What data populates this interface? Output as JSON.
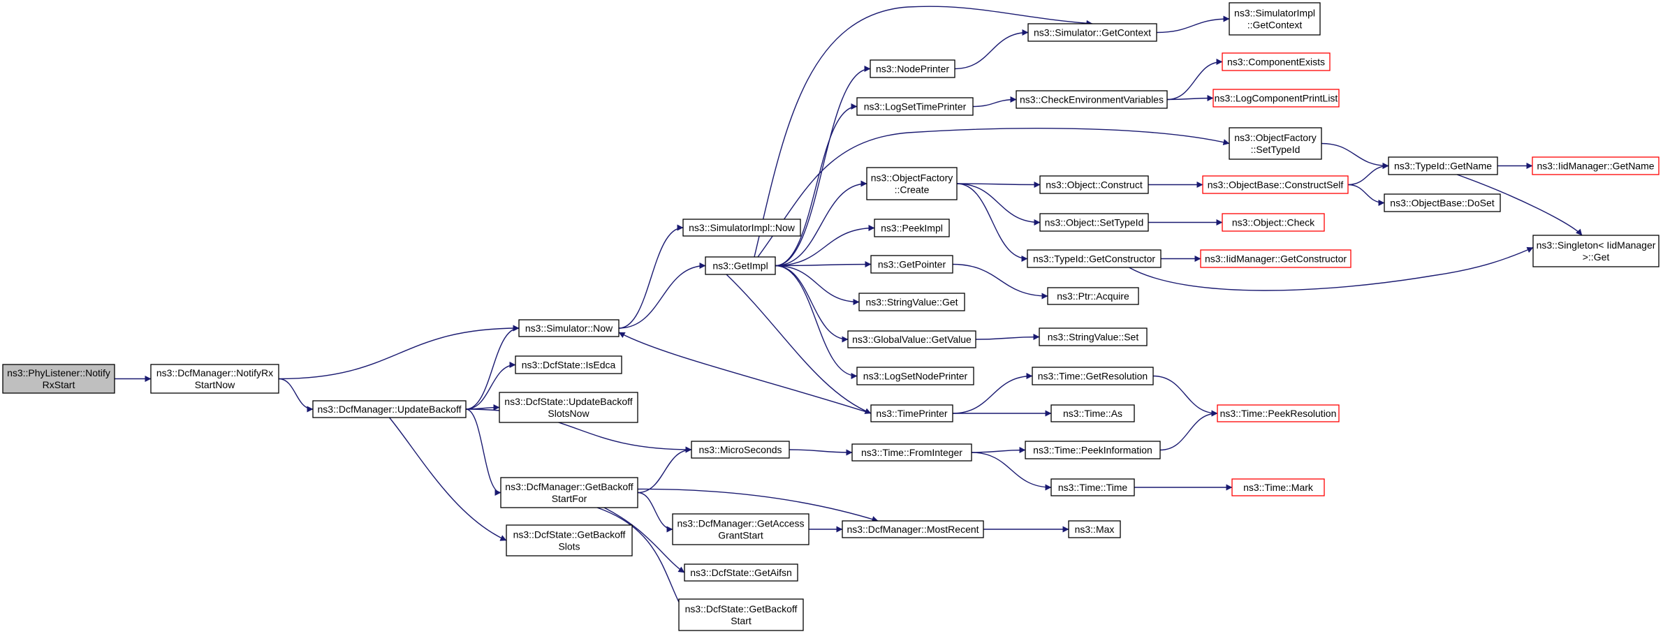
{
  "colors": {
    "edge": "#191970",
    "node_border": "#000000",
    "node_border_undocumented": "#ff0000",
    "root_fill": "#bfbfbf",
    "node_fill": "#ffffff",
    "text": "#000000"
  },
  "nodes": [
    {
      "id": "n1",
      "lines": [
        "ns3::PhyListener::Notify",
        "RxStart"
      ],
      "root": true
    },
    {
      "id": "n2",
      "lines": [
        "ns3::DcfManager::NotifyRx",
        "StartNow"
      ]
    },
    {
      "id": "n3",
      "lines": [
        "ns3::Simulator::Now"
      ]
    },
    {
      "id": "n4",
      "lines": [
        "ns3::DcfManager::UpdateBackoff"
      ]
    },
    {
      "id": "n5",
      "lines": [
        "ns3::SimulatorImpl::Now"
      ]
    },
    {
      "id": "n6",
      "lines": [
        "ns3::GetImpl"
      ]
    },
    {
      "id": "n7",
      "lines": [
        "ns3::Simulator::GetContext"
      ]
    },
    {
      "id": "n8",
      "lines": [
        "ns3::SimulatorImpl",
        "::GetContext"
      ]
    },
    {
      "id": "n9",
      "lines": [
        "ns3::NodePrinter"
      ]
    },
    {
      "id": "n10",
      "lines": [
        "ns3::LogSetTimePrinter"
      ]
    },
    {
      "id": "n11",
      "lines": [
        "ns3::CheckEnvironmentVariables"
      ]
    },
    {
      "id": "n12",
      "lines": [
        "ns3::ComponentExists"
      ],
      "undocumented": true
    },
    {
      "id": "n13",
      "lines": [
        "ns3::LogComponentPrintList"
      ],
      "undocumented": true
    },
    {
      "id": "n14",
      "lines": [
        "ns3::ObjectFactory",
        "::SetTypeId"
      ]
    },
    {
      "id": "n15",
      "lines": [
        "ns3::TypeId::GetName"
      ]
    },
    {
      "id": "n16",
      "lines": [
        "ns3::IidManager::GetName"
      ],
      "undocumented": true
    },
    {
      "id": "n17",
      "lines": [
        "ns3::ObjectFactory",
        "::Create"
      ]
    },
    {
      "id": "n18",
      "lines": [
        "ns3::Object::Construct"
      ]
    },
    {
      "id": "n19",
      "lines": [
        "ns3::ObjectBase::ConstructSelf"
      ],
      "undocumented": true
    },
    {
      "id": "n20",
      "lines": [
        "ns3::ObjectBase::DoSet"
      ]
    },
    {
      "id": "n21",
      "lines": [
        "ns3::Object::SetTypeId"
      ]
    },
    {
      "id": "n22",
      "lines": [
        "ns3::Object::Check"
      ],
      "undocumented": true
    },
    {
      "id": "n23",
      "lines": [
        "ns3::TypeId::GetConstructor"
      ]
    },
    {
      "id": "n24",
      "lines": [
        "ns3::IidManager::GetConstructor"
      ],
      "undocumented": true
    },
    {
      "id": "n25",
      "lines": [
        "ns3::Singleton< IidManager",
        ">::Get"
      ]
    },
    {
      "id": "n26",
      "lines": [
        "ns3::PeekImpl"
      ]
    },
    {
      "id": "n27",
      "lines": [
        "ns3::GetPointer"
      ]
    },
    {
      "id": "n28",
      "lines": [
        "ns3::Ptr::Acquire"
      ]
    },
    {
      "id": "n29",
      "lines": [
        "ns3::StringValue::Get"
      ]
    },
    {
      "id": "n30",
      "lines": [
        "ns3::GlobalValue::GetValue"
      ]
    },
    {
      "id": "n31",
      "lines": [
        "ns3::StringValue::Set"
      ]
    },
    {
      "id": "n32",
      "lines": [
        "ns3::LogSetNodePrinter"
      ]
    },
    {
      "id": "n33",
      "lines": [
        "ns3::TimePrinter"
      ]
    },
    {
      "id": "n34",
      "lines": [
        "ns3::Time::GetResolution"
      ]
    },
    {
      "id": "n35",
      "lines": [
        "ns3::Time::As"
      ]
    },
    {
      "id": "n36",
      "lines": [
        "ns3::Time::PeekResolution"
      ],
      "undocumented": true
    },
    {
      "id": "n37",
      "lines": [
        "ns3::DcfState::IsEdca"
      ]
    },
    {
      "id": "n38",
      "lines": [
        "ns3::DcfState::UpdateBackoff",
        "SlotsNow"
      ]
    },
    {
      "id": "n39",
      "lines": [
        "ns3::MicroSeconds"
      ]
    },
    {
      "id": "n40",
      "lines": [
        "ns3::Time::FromInteger"
      ]
    },
    {
      "id": "n41",
      "lines": [
        "ns3::Time::PeekInformation"
      ]
    },
    {
      "id": "n42",
      "lines": [
        "ns3::Time::Time"
      ]
    },
    {
      "id": "n43",
      "lines": [
        "ns3::Time::Mark"
      ],
      "undocumented": true
    },
    {
      "id": "n44",
      "lines": [
        "ns3::DcfManager::GetBackoff",
        "StartFor"
      ]
    },
    {
      "id": "n45",
      "lines": [
        "ns3::DcfManager::GetAccess",
        "GrantStart"
      ]
    },
    {
      "id": "n46",
      "lines": [
        "ns3::DcfManager::MostRecent"
      ]
    },
    {
      "id": "n47",
      "lines": [
        "ns3::Max"
      ]
    },
    {
      "id": "n48",
      "lines": [
        "ns3::DcfState::GetBackoff",
        "Slots"
      ]
    },
    {
      "id": "n49",
      "lines": [
        "ns3::DcfState::GetAifsn"
      ]
    },
    {
      "id": "n50",
      "lines": [
        "ns3::DcfState::GetBackoff",
        "Start"
      ]
    }
  ],
  "edges": [
    [
      "n1",
      "n2"
    ],
    [
      "n2",
      "n3"
    ],
    [
      "n2",
      "n4"
    ],
    [
      "n3",
      "n5"
    ],
    [
      "n3",
      "n6"
    ],
    [
      "n6",
      "n7"
    ],
    [
      "n6",
      "n9"
    ],
    [
      "n6",
      "n10"
    ],
    [
      "n6",
      "n14"
    ],
    [
      "n6",
      "n17"
    ],
    [
      "n6",
      "n26"
    ],
    [
      "n6",
      "n27"
    ],
    [
      "n6",
      "n29"
    ],
    [
      "n6",
      "n30"
    ],
    [
      "n6",
      "n32"
    ],
    [
      "n6",
      "n33"
    ],
    [
      "n7",
      "n8"
    ],
    [
      "n9",
      "n7"
    ],
    [
      "n10",
      "n11"
    ],
    [
      "n11",
      "n12"
    ],
    [
      "n11",
      "n13"
    ],
    [
      "n14",
      "n15"
    ],
    [
      "n15",
      "n16"
    ],
    [
      "n15",
      "n25"
    ],
    [
      "n17",
      "n18"
    ],
    [
      "n17",
      "n21"
    ],
    [
      "n17",
      "n23"
    ],
    [
      "n18",
      "n19"
    ],
    [
      "n19",
      "n15"
    ],
    [
      "n19",
      "n20"
    ],
    [
      "n21",
      "n22"
    ],
    [
      "n23",
      "n24"
    ],
    [
      "n23",
      "n25"
    ],
    [
      "n27",
      "n28"
    ],
    [
      "n30",
      "n31"
    ],
    [
      "n33",
      "n3"
    ],
    [
      "n33",
      "n34"
    ],
    [
      "n33",
      "n35"
    ],
    [
      "n34",
      "n36"
    ],
    [
      "n4",
      "n3"
    ],
    [
      "n4",
      "n37"
    ],
    [
      "n4",
      "n38"
    ],
    [
      "n4",
      "n39"
    ],
    [
      "n4",
      "n44"
    ],
    [
      "n4",
      "n48"
    ],
    [
      "n39",
      "n40"
    ],
    [
      "n40",
      "n41"
    ],
    [
      "n40",
      "n42"
    ],
    [
      "n41",
      "n36"
    ],
    [
      "n42",
      "n43"
    ],
    [
      "n44",
      "n39"
    ],
    [
      "n44",
      "n45"
    ],
    [
      "n44",
      "n46"
    ],
    [
      "n44",
      "n49"
    ],
    [
      "n44",
      "n50"
    ],
    [
      "n45",
      "n46"
    ],
    [
      "n46",
      "n47"
    ]
  ]
}
